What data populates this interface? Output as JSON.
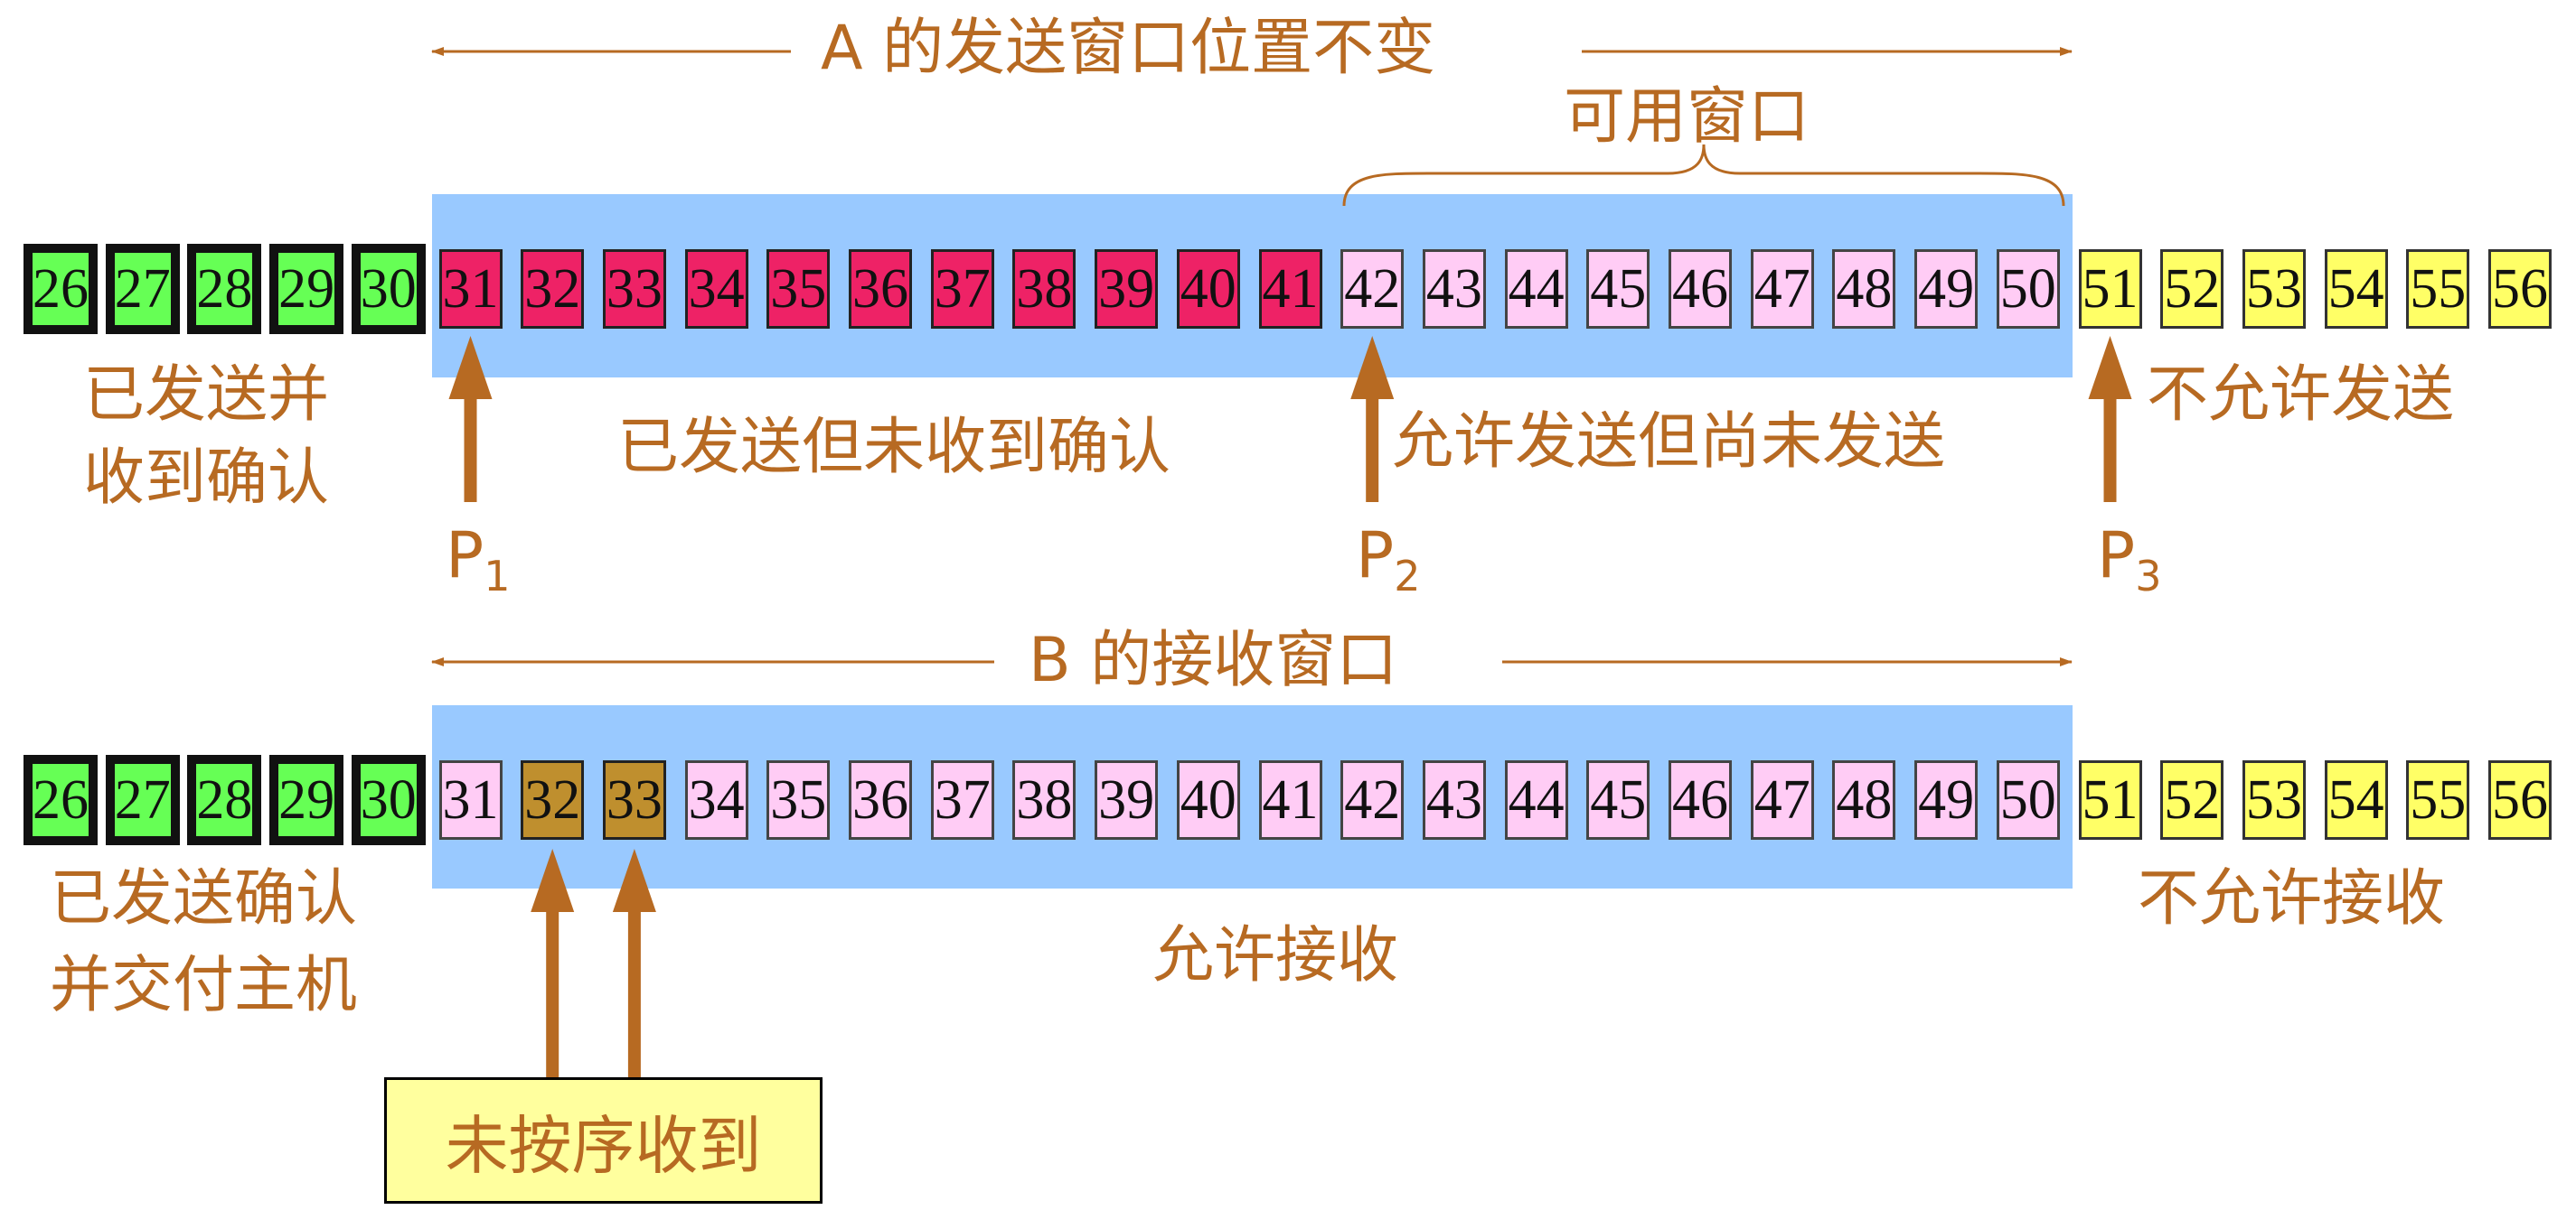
{
  "sender": {
    "window_label": "A 的发送窗口位置不变",
    "usable_window_label": "可用窗口",
    "left_text_line1": "已发送并",
    "left_text_line2": "收到确认",
    "mid_text": "已发送但未收到确认",
    "right_mid_text": "允许发送但尚未发送",
    "far_right_text": "不允许发送",
    "pointers": [
      {
        "name": "P",
        "sub": "1",
        "at": 31
      },
      {
        "name": "P",
        "sub": "2",
        "at": 42
      },
      {
        "name": "P",
        "sub": "3",
        "at": 51
      }
    ]
  },
  "receiver": {
    "window_label": "B 的接收窗口",
    "left_text_line1": "已发送确认",
    "left_text_line2": "并交付主机",
    "mid_text": "允许接收",
    "far_right_text": "不允许接收",
    "note": "未按序收到",
    "note_arrows_at": [
      32,
      33
    ]
  },
  "sequence": {
    "first": 26,
    "last": 56
  },
  "sender_states": {
    "acked": [
      26,
      30
    ],
    "sent_unacked": [
      31,
      41
    ],
    "usable": [
      42,
      50
    ],
    "not_allowed": [
      51,
      56
    ]
  },
  "receiver_states": {
    "delivered": [
      26,
      30
    ],
    "out_of_order": [
      32,
      33
    ],
    "window": [
      31,
      50
    ],
    "not_allowed": [
      51,
      56
    ]
  },
  "colors": {
    "label": "#b76a22",
    "band": "#99c9ff",
    "acked": "#66ff55",
    "sent_unacked": "#ee2266",
    "usable": "#ffccf5",
    "not_allowed": "#ffff66",
    "out_of_order": "#bf8f2e",
    "note_bg": "#ffff9e"
  }
}
